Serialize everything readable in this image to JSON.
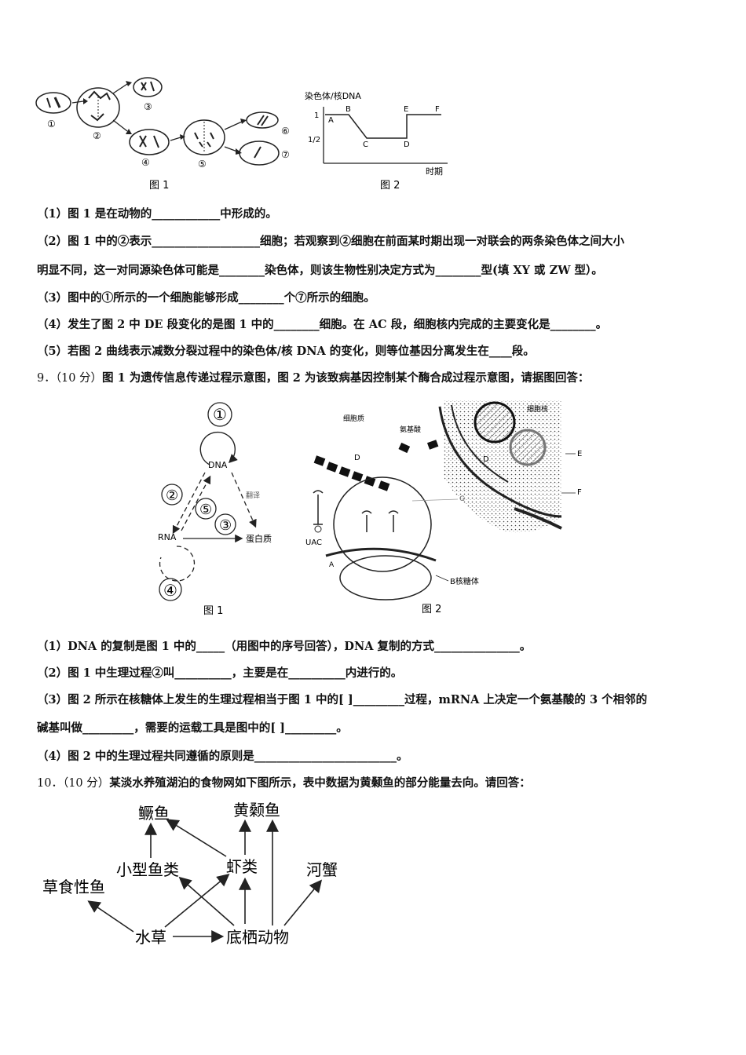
{
  "top_figures": {
    "fig1_caption": "图 1",
    "fig2_caption": "图 2",
    "cell_labels": [
      "①",
      "②",
      "③",
      "④",
      "⑤",
      "⑥",
      "⑦"
    ],
    "fig2_ylabel": "染色体/核DNA",
    "fig2_xlabel": "时期",
    "fig2_ticks": [
      "1",
      "1/2"
    ],
    "fig2_points": [
      "A",
      "B",
      "C",
      "D",
      "E",
      "F"
    ]
  },
  "q8": {
    "s1": "（1）图 1 是在动物的____________中形成的。",
    "s2a": "（2）图 1 中的②表示___________________细胞；若观察到②细胞在前面某时期出现一对联会的两条染色体之间大小",
    "s2b": "明显不同，这一对同源染色体可能是________染色体，则该生物性别决定方式为________型(填 XY 或 ZW 型）。",
    "s3": "（3）图中的①所示的一个细胞能够形成________个⑦所示的细胞。",
    "s4": "（4）发生了图 2 中 DE 段变化的是图 1 中的________细胞。在 AC 段，细胞核内完成的主要变化是________。",
    "s5": "（5）若图 2 曲线表示减数分裂过程中的染色体/核 DNA 的变化，则等位基因分离发生在____段。"
  },
  "q9": {
    "number": "9．（10 分）",
    "stem": "图 1 为遗传信息传递过程示意图，图 2 为该致病基因控制某个酶合成过程示意图，请据图回答：",
    "fig1_caption": "图 1",
    "fig2_caption": "图 2",
    "fig1_labels": {
      "n1": "①",
      "n2": "②",
      "n3": "③",
      "n4": "④",
      "n5": "⑤",
      "dna": "DNA",
      "rna": "RNA",
      "protein": "蛋白质",
      "translate": "翻译"
    },
    "fig2_labels": {
      "cytoplasm": "细胞质",
      "amino": "氨基酸",
      "nucleus": "细胞核",
      "d1": "D",
      "d2": "D",
      "e": "E",
      "f": "F",
      "g": "G",
      "uac": "UAC",
      "ribosome": "B核糖体",
      "a": "A"
    },
    "s1": "（1）DNA 的复制是图 1 中的_____（用图中的序号回答），DNA 复制的方式_______________。",
    "s2": "（2）图 1 中生理过程②叫__________，主要是在__________内进行的。",
    "s3a": "（3）图 2 所示在核糖体上发生的生理过程相当于图 1 中的[  ]_________过程，mRNA 上决定一个氨基酸的 3 个相邻的",
    "s3b": "碱基叫做_________，需要的运载工具是图中的[   ]_________。",
    "s4": "（4）图 2 中的生理过程共同遵循的原则是_________________________。"
  },
  "q10": {
    "number": "10．（10 分）",
    "stem": "某淡水养殖湖泊的食物网如下图所示，表中数据为黄颡鱼的部分能量去向。请回答：",
    "nodes": {
      "guiyu": "鳜鱼",
      "huangsang": "黄颡鱼",
      "small_fish": "小型鱼类",
      "shrimp": "虾类",
      "crab": "河蟹",
      "herbivore": "草食性鱼",
      "waterweed": "水草",
      "benthic": "底栖动物"
    }
  }
}
